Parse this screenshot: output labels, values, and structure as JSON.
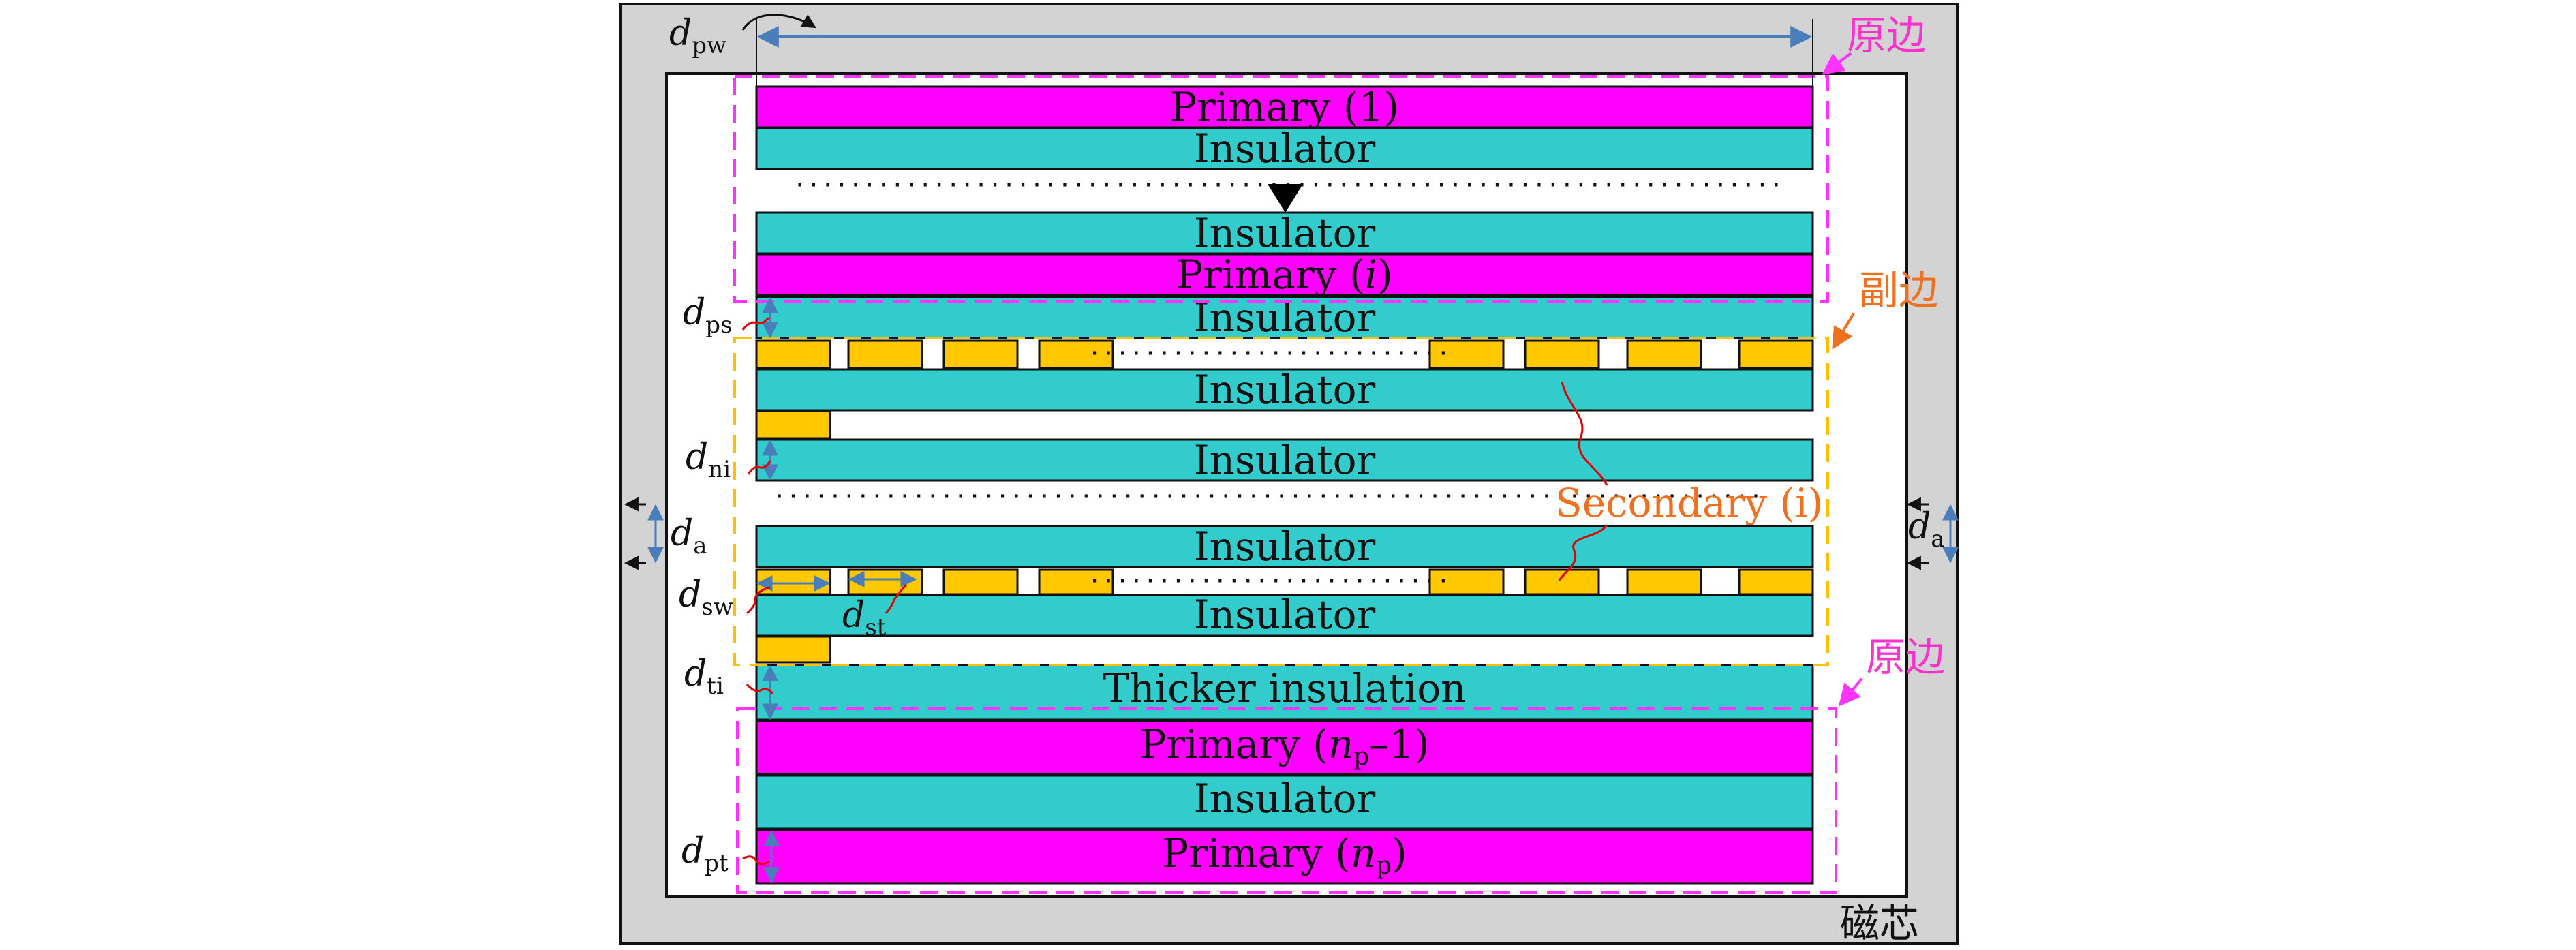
{
  "labels": {
    "primary_1": "Primary (1)",
    "primary_i_prefix": "Primary (",
    "primary_i_var": "i",
    "primary_i_suffix": ")",
    "primary_np1_prefix": "Primary (",
    "primary_np1_var": "n",
    "primary_np1_sub": "p",
    "primary_np1_suffix": "–1)",
    "primary_np_prefix": "Primary (",
    "primary_np_var": "n",
    "primary_np_sub": "p",
    "primary_np_suffix": ")",
    "insulator": "Insulator",
    "thicker_insulation": "Thicker insulation",
    "secondary_i": "Secondary (i)",
    "primary_cn": "原边",
    "secondary_cn": "副边",
    "core_cn": "磁芯",
    "dots_long": "·······································································",
    "dots_short": "··························"
  },
  "dimensions": {
    "pw": {
      "main": "d",
      "sub": "pw"
    },
    "ps": {
      "main": "d",
      "sub": "ps"
    },
    "ni": {
      "main": "d",
      "sub": "ni"
    },
    "a_left": {
      "main": "d",
      "sub": "a"
    },
    "a_right": {
      "main": "d",
      "sub": "a"
    },
    "sw": {
      "main": "d",
      "sub": "sw"
    },
    "st": {
      "main": "d",
      "sub": "st"
    },
    "ti": {
      "main": "d",
      "sub": "ti"
    },
    "pt": {
      "main": "d",
      "sub": "pt"
    }
  },
  "colors": {
    "primary": "#ff00ff",
    "insulator": "#33cccc",
    "secondary": "#ffc800",
    "core": "#d3d3d3",
    "primary_dash": "#ff33ff",
    "secondary_dash": "#ffc000",
    "dim_arrow": "#4a7ebb",
    "leader_red": "#e00000",
    "secondary_text": "#f07020",
    "primary_cn_text": "#ff33cc",
    "secondary_cn_text": "#f07020"
  }
}
